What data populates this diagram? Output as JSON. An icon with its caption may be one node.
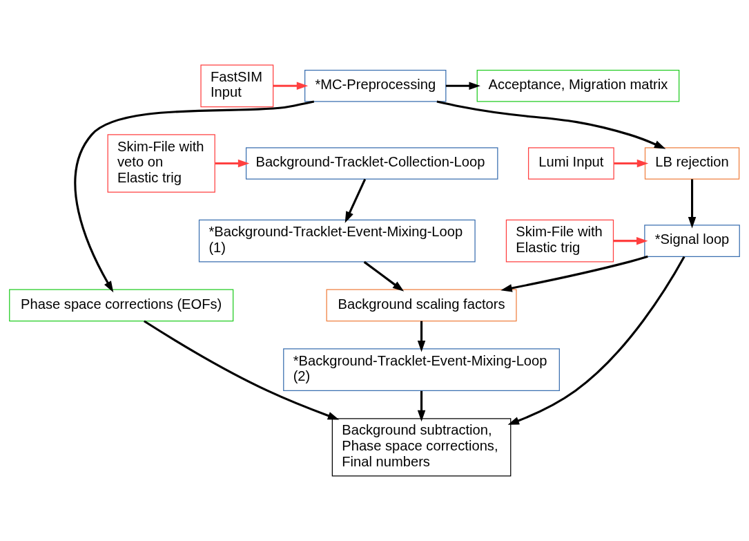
{
  "diagram": {
    "nodes": [
      {
        "text": [
          "FastSIM Input"
        ]
      },
      {
        "text": [
          "*MC-Preprocessing"
        ]
      },
      {
        "text": [
          "Acceptance, Migration matrix"
        ]
      },
      {
        "text": [
          "Phase space corrections (EOFs)"
        ]
      },
      {
        "text": [
          "Lumi Input"
        ]
      },
      {
        "text": [
          "LB rejection"
        ]
      },
      {
        "text": [
          "Skim-File with Elastic trig"
        ]
      },
      {
        "text": [
          "*Signal loop"
        ]
      },
      {
        "text": [
          "Skim-File with veto on Elastic trig"
        ]
      },
      {
        "text": [
          "Background-Tracklet-Collection-Loop"
        ]
      },
      {
        "text": [
          "*Background-Tracklet-Event-Mixing-Loop (1)"
        ]
      },
      {
        "text": [
          "Background scaling factors"
        ]
      },
      {
        "text": [
          "*Background-Tracklet-Event-Mixing-Loop (2)"
        ]
      },
      {
        "text": [
          "Background subtraction, Phase space corrections, Final numbers"
        ]
      }
    ],
    "edges": [
      {
        "from": 0,
        "to": 1,
        "arrow": "to",
        "color": "#ff4040"
      },
      {
        "from": 1,
        "to": 2,
        "arrow": "to"
      },
      {
        "from": 1,
        "to": 3,
        "arrow": "to"
      },
      {
        "from": 1,
        "to": 5,
        "arrow": "to"
      },
      {
        "from": 4,
        "to": 5,
        "arrow": "to",
        "color": "#ff4040"
      },
      {
        "from": 5,
        "to": 7,
        "arrow": "to"
      },
      {
        "from": 6,
        "to": 7,
        "arrow": "to",
        "color": "#ff4040"
      },
      {
        "from": 8,
        "to": 9,
        "arrow": "to",
        "color": "#ff4040"
      },
      {
        "from": 9,
        "to": 10,
        "arrow": "to"
      },
      {
        "from": 10,
        "to": 11,
        "arrow": "to"
      },
      {
        "from": 7,
        "to": 11,
        "arrow": "to"
      },
      {
        "from": 7,
        "to": 13,
        "arrow": "to"
      },
      {
        "from": 3,
        "to": 13,
        "arrow": "to"
      },
      {
        "from": 11,
        "to": 12,
        "arrow": "to"
      },
      {
        "from": 12,
        "to": 13,
        "arrow": "to"
      }
    ]
  }
}
